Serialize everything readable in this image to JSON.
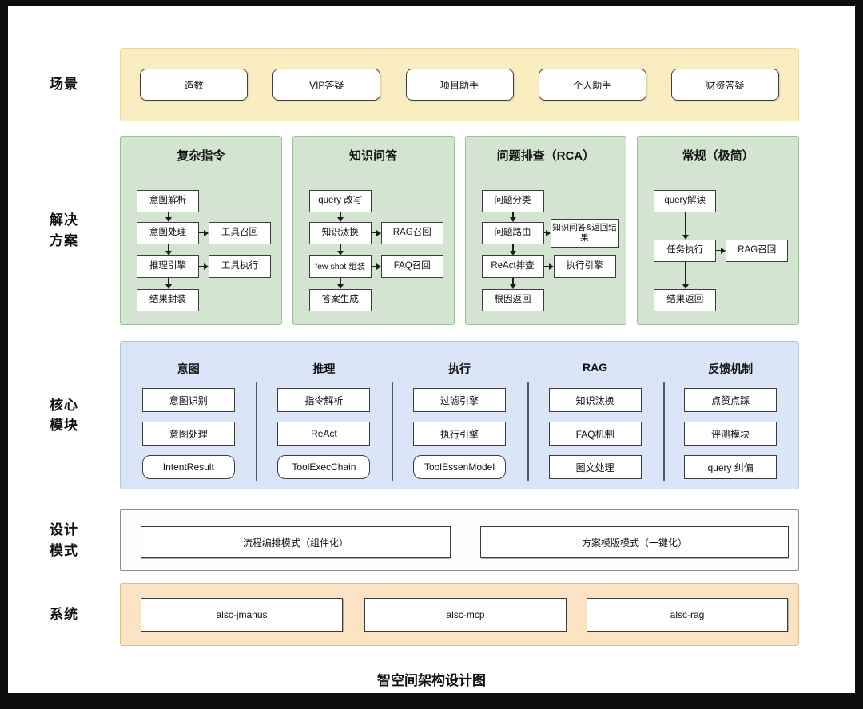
{
  "page": {
    "title": "智空间架构设计图"
  },
  "labels": {
    "scenario": "场景",
    "solution": [
      "解决",
      "方案"
    ],
    "core": [
      "核心",
      "模块"
    ],
    "design": [
      "设计",
      "模式"
    ],
    "system": "系统"
  },
  "scenario": {
    "items": [
      "造数",
      "VIP答疑",
      "项目助手",
      "个人助手",
      "财资答疑"
    ]
  },
  "solution": {
    "panels": [
      {
        "title": "复杂指令",
        "chain": [
          "意图解析",
          "意图处理",
          "推理引擎",
          "结果封装"
        ],
        "sides": [
          "工具召回",
          "工具执行"
        ]
      },
      {
        "title": "知识问答",
        "chain": [
          "query 改写",
          "知识汰换",
          "few shot 组装",
          "答案生成"
        ],
        "sides": [
          "RAG召回",
          "FAQ召回"
        ]
      },
      {
        "title": "问题排查（RCA）",
        "chain": [
          "问题分类",
          "问题路由",
          "ReAct排查",
          "根因返回"
        ],
        "sides": [
          "知识问答&返回结果",
          "执行引擎"
        ]
      },
      {
        "title": "常规（极简）",
        "chain": [
          "query解读",
          "任务执行",
          "结果返回"
        ],
        "sides": [
          "RAG召回"
        ]
      }
    ]
  },
  "core": {
    "columns": [
      {
        "header": "意图",
        "boxes": [
          "意图识别",
          "意图处理",
          "IntentResult"
        ]
      },
      {
        "header": "推理",
        "boxes": [
          "指令解析",
          "ReAct",
          "ToolExecChain"
        ]
      },
      {
        "header": "执行",
        "boxes": [
          "过滤引擎",
          "执行引擎",
          "ToolEssenModel"
        ]
      },
      {
        "header": "RAG",
        "boxes": [
          "知识汰换",
          "FAQ机制",
          "图文处理"
        ]
      },
      {
        "header": "反馈机制",
        "boxes": [
          "点赞点踩",
          "评测模块",
          "query 纠偏"
        ]
      }
    ]
  },
  "design": {
    "items": [
      "流程编排模式（组件化）",
      "方案模版模式（一键化）"
    ]
  },
  "system": {
    "items": [
      "alsc-jmanus",
      "alsc-mcp",
      "alsc-rag"
    ]
  },
  "colors": {
    "frame": "#0E0E0E",
    "scenario_bg": "#FBEDC2",
    "solution_bg": "#D3E4D0",
    "core_bg": "#DAE6F7",
    "design_bg": "#FDFDFD",
    "system_bg": "#FAE3C2",
    "box_border": "#3C3C3C"
  }
}
